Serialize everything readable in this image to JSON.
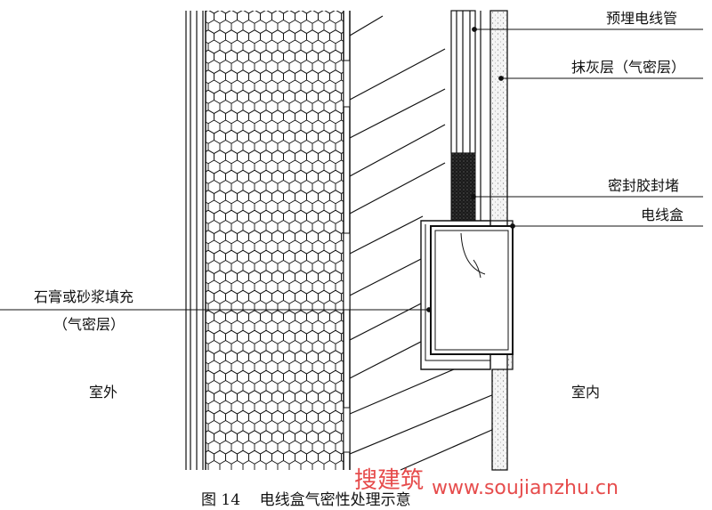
{
  "labels": {
    "conduit": "预埋电线管",
    "plaster": "抹灰层（气密层）",
    "sealant": "密封胶封堵",
    "box": "电线盒",
    "fill_line1": "石膏或砂浆填充",
    "fill_line2": "（气密层）",
    "outdoor": "室外",
    "indoor": "室内"
  },
  "caption": "图 14    电线盒气密性处理示意",
  "watermark": {
    "cn": "搜建筑",
    "url": "www.soujianzhu.cn"
  },
  "colors": {
    "line": "#111111",
    "plaster": "#f3f3f3",
    "watermark": "#e02020"
  }
}
